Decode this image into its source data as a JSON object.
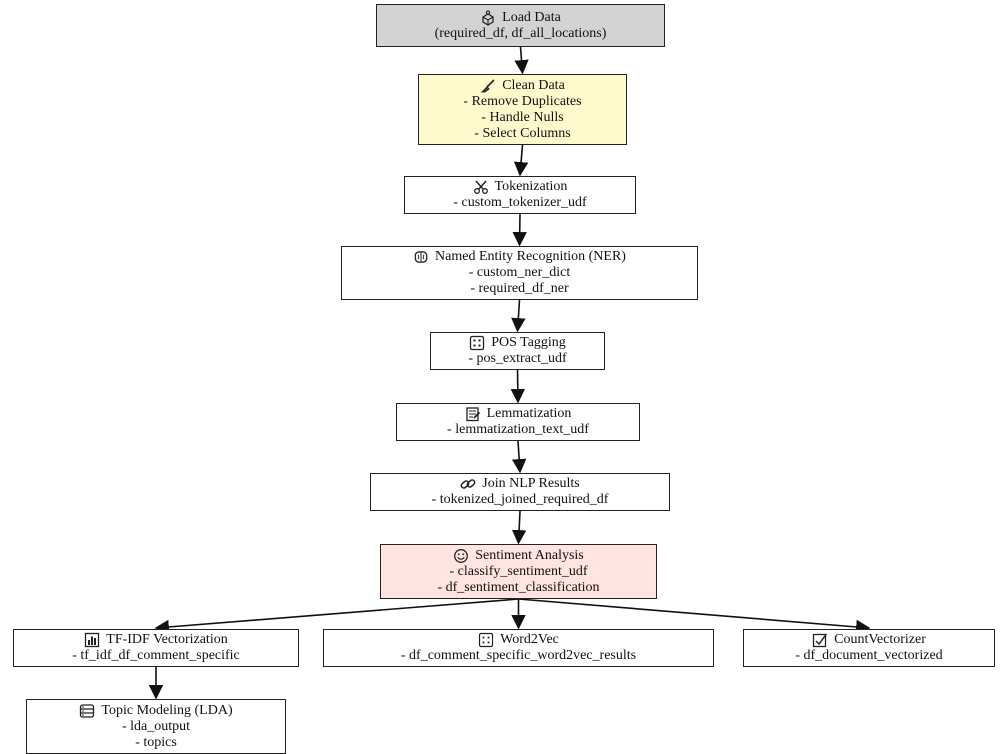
{
  "nodes": {
    "load": {
      "title": "Load Data",
      "icon": "package-icon",
      "lines": [
        "(required_df, df_all_locations)"
      ]
    },
    "clean": {
      "title": "Clean Data",
      "icon": "broom-icon",
      "lines": [
        "- Remove Duplicates",
        "- Handle Nulls",
        "- Select Columns"
      ]
    },
    "token": {
      "title": "Tokenization",
      "icon": "scissors-icon",
      "lines": [
        "- custom_tokenizer_udf"
      ]
    },
    "ner": {
      "title": "Named Entity Recognition (NER)",
      "icon": "brain-icon",
      "lines": [
        "- custom_ner_dict",
        "- required_df_ner"
      ]
    },
    "pos": {
      "title": "POS Tagging",
      "icon": "grid-icon",
      "lines": [
        "- pos_extract_udf"
      ]
    },
    "lemma": {
      "title": "Lemmatization",
      "icon": "memo-icon",
      "lines": [
        "- lemmatization_text_udf"
      ]
    },
    "join": {
      "title": "Join NLP Results",
      "icon": "link-icon",
      "lines": [
        "- tokenized_joined_required_df"
      ]
    },
    "sent": {
      "title": "Sentiment Analysis",
      "icon": "smiley-icon",
      "lines": [
        "- classify_sentiment_udf",
        "- df_sentiment_classification"
      ]
    },
    "tfidf": {
      "title": "TF-IDF Vectorization",
      "icon": "bar-chart-icon",
      "lines": [
        "- tf_idf_df_comment_specific"
      ]
    },
    "w2v": {
      "title": "Word2Vec",
      "icon": "dots-grid-icon",
      "lines": [
        "- df_comment_specific_word2vec_results"
      ]
    },
    "cv": {
      "title": "CountVectorizer",
      "icon": "checkbox-icon",
      "lines": [
        "- df_document_vectorized"
      ]
    },
    "lda": {
      "title": "Topic Modeling (LDA)",
      "icon": "database-icon",
      "lines": [
        "- lda_output",
        "- topics"
      ]
    }
  },
  "edges": [
    [
      "load",
      "clean"
    ],
    [
      "clean",
      "token"
    ],
    [
      "token",
      "ner"
    ],
    [
      "ner",
      "pos"
    ],
    [
      "pos",
      "lemma"
    ],
    [
      "lemma",
      "join"
    ],
    [
      "join",
      "sent"
    ],
    [
      "sent",
      "tfidf"
    ],
    [
      "sent",
      "w2v"
    ],
    [
      "sent",
      "cv"
    ],
    [
      "tfidf",
      "lda"
    ]
  ],
  "colors": {
    "load_fill": "#d3d3d3",
    "clean_fill": "#fffacd",
    "sent_fill": "#ffe4e1",
    "default_fill": "#ffffff",
    "edge": "#111111"
  }
}
